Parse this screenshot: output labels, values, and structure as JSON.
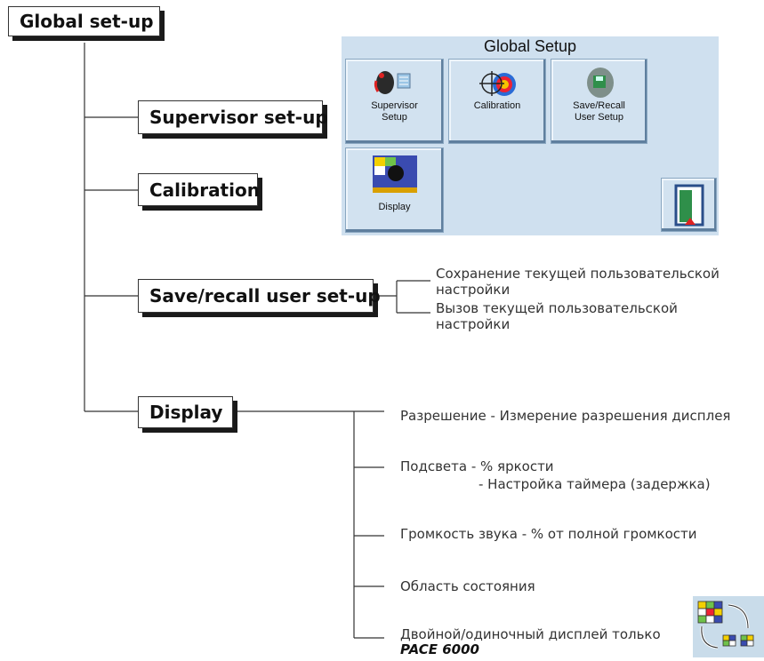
{
  "tree": {
    "root": "Global set-up",
    "children": [
      "Supervisor set-up",
      "Calibration",
      "Save/recall user set-up",
      "Display"
    ]
  },
  "save_recall_options": [
    {
      "line1": "Сохранение текущей пользовательской",
      "line2": "настройки"
    },
    {
      "line1": "Вызов текущей пользовательской",
      "line2": "настройки"
    }
  ],
  "display_options": {
    "resolution": "Разрешение - Измерение разрешения дисплея",
    "backlight_1": "Подсвета  - % яркости",
    "backlight_2": "- Настройка таймера (задержка)",
    "volume": "Громкость звука  -  % от полной громкости",
    "status_area": "Область состояния",
    "dual_single": "Двойной/одиночный дисплей только",
    "model": "PACE 6000"
  },
  "panel": {
    "title": "Global Setup",
    "tiles": [
      {
        "line1": "Supervisor",
        "line2": "Setup",
        "icon": "supervisor-icon"
      },
      {
        "line1": "Calibration",
        "line2": "",
        "icon": "calibration-target-icon"
      },
      {
        "line1": "Save/Recall",
        "line2": "User Setup",
        "icon": "save-recall-icon"
      },
      {
        "line1": "Display",
        "line2": "",
        "icon": "display-icon"
      }
    ],
    "exit_icon": "exit-door-icon"
  },
  "colors": {
    "panel_bg": "#cfe0ef",
    "tile_shadow": "#5f7f9e"
  }
}
